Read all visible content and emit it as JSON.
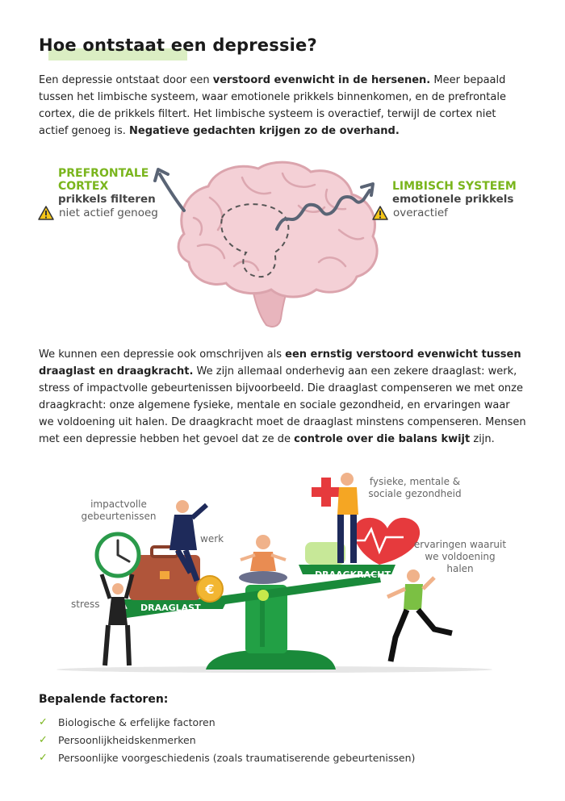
{
  "title": "Hoe ontstaat een depressie?",
  "intro": {
    "p1": "Een depressie ontstaat door een ",
    "b1": "verstoord evenwicht in de hersenen.",
    "p2": " Meer bepaald tussen het limbische systeem, waar emotionele prikkels binnenkomen, en de prefrontale cortex, die de prikkels filtert. Het limbische systeem is overactief, terwijl de cortex niet actief genoeg is. ",
    "b2": "Negatieve gedachten krijgen zo de overhand."
  },
  "brain": {
    "left_title_1": "PREFRONTALE",
    "left_title_2": "CORTEX",
    "left_sub": "prikkels filteren",
    "left_warn": "niet actief genoeg",
    "right_title": "LIMBISCH SYSTEEM",
    "right_sub": "emotionele prikkels",
    "right_warn": "overactief"
  },
  "second": {
    "p1": "We kunnen een depressie ook omschrijven als ",
    "b1": "een ernstig verstoord evenwicht tussen draaglast en draagkracht.",
    "p2": " We zijn allemaal onderhevig aan een zekere draaglast: werk, stress of impactvolle gebeurtenissen bijvoorbeeld. Die draaglast compenseren we met onze draagkracht: onze algemene fysieke, mentale en sociale gezondheid, en ervaringen waar we voldoening uit halen. De draagkracht moet de draaglast minstens compenseren. Mensen met een depressie hebben het gevoel dat ze de ",
    "b2": "controle over die balans kwijt",
    "p3": " zijn."
  },
  "scale": {
    "impact_1": "impactvolle",
    "impact_2": "gebeurtenissen",
    "werk": "werk",
    "stress": "stress",
    "draaglast": "DRAAGLAST",
    "draagkracht": "DRAAGKRACHT",
    "health_1": "fysieke, mentale &",
    "health_2": "sociale gezondheid",
    "exp_1": "ervaringen waaruit",
    "exp_2": "we voldoening",
    "exp_3": "halen"
  },
  "factors": {
    "heading": "Bepalende factoren:",
    "items": [
      "Biologische & erfelijke factoren",
      "Persoonlijkheidskenmerken",
      "Persoonlijke voorgeschiedenis (zoals traumatiserende gebeurtenissen)"
    ]
  },
  "colors": {
    "accent_green": "#7ab51d",
    "scale_green": "#1a8a3a",
    "brain_pink": "#f2c9cf",
    "heart_red": "#e63a3d"
  }
}
